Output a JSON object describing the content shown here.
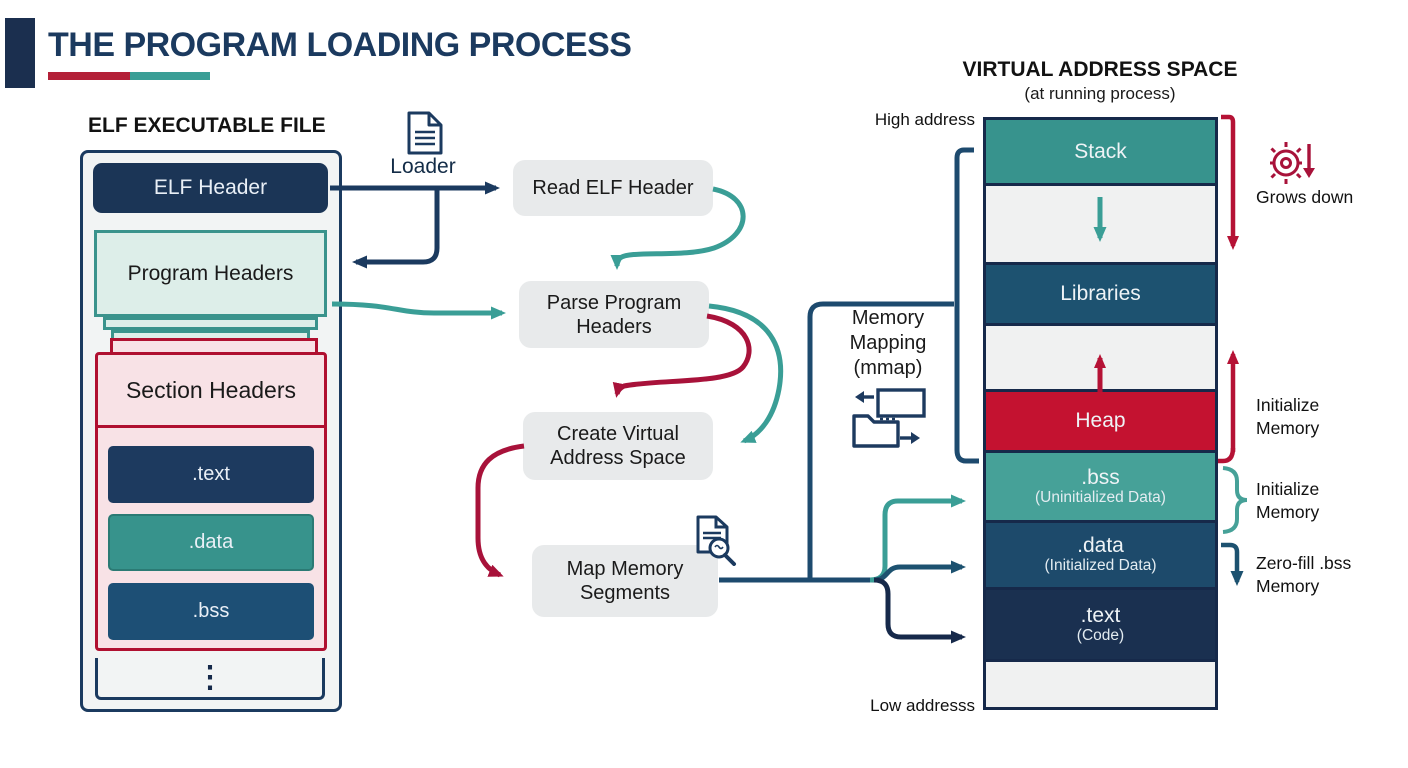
{
  "title": "THE PROGRAM LOADING PROCESS",
  "colors": {
    "navy": "#16294a",
    "navy_box": "#1b3556",
    "blue": "#1d5270",
    "teal": "#3a9e96",
    "teal_fill": "#37938d",
    "crimson": "#a8123a",
    "heap_red": "#c41230",
    "accent_red": "#b32038",
    "flow_box_gray": "#e8eaeb",
    "memory_light": "#f0f1f1"
  },
  "elf": {
    "heading": "ELF EXECUTABLE FILE",
    "elf_header": "ELF Header",
    "program_headers": "Program Headers",
    "section_headers": "Section Headers",
    "sections": [
      ".text",
      ".data",
      ".bss"
    ],
    "ellipsis": "⋮"
  },
  "loader": {
    "label": "Loader"
  },
  "flow": {
    "steps": [
      "Read ELF Header",
      "Parse Program Headers",
      "Create Virtual Address Space",
      "Map Memory Segments"
    ]
  },
  "memory_mapping": {
    "line1": "Memory",
    "line2": "Mapping",
    "line3": "(mmap)"
  },
  "vas": {
    "title": "VIRTUAL ADDRESS SPACE",
    "subtitle": "(at running process)",
    "high_label": "High address",
    "low_label": "Low addresss",
    "regions": [
      {
        "label": "Stack",
        "sub": ""
      },
      {
        "label": "Libraries",
        "sub": ""
      },
      {
        "label": "Heap",
        "sub": ""
      },
      {
        "label": ".bss",
        "sub": "(Uninitialized Data)"
      },
      {
        "label": ".data",
        "sub": "(Initialized Data)"
      },
      {
        "label": ".text",
        "sub": "(Code)"
      }
    ]
  },
  "annotations": {
    "grows_down": "Grows down",
    "initialize_memory_1": "Initialize Memory",
    "initialize_memory_2": "Initialize Memory",
    "zero_fill": "Zero-fill .bss Memory"
  }
}
